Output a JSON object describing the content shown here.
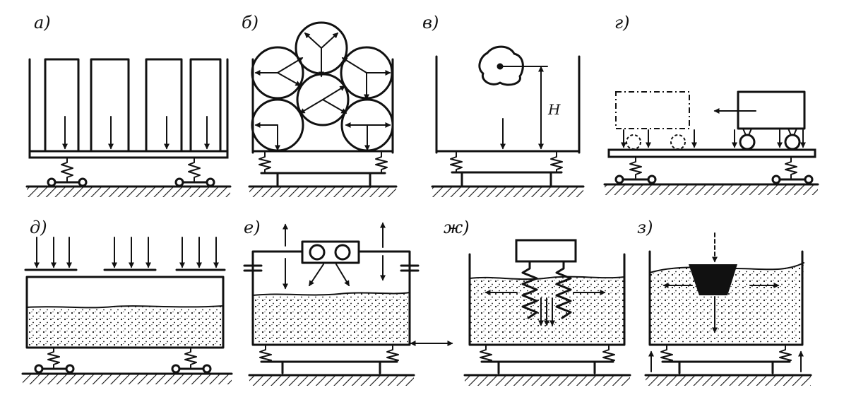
{
  "panels": [
    {
      "label": "а)",
      "name": "panel-a"
    },
    {
      "label": "б)",
      "name": "panel-b"
    },
    {
      "label": "в)",
      "name": "panel-v"
    },
    {
      "label": "г)",
      "name": "panel-g"
    },
    {
      "label": "д)",
      "name": "panel-d"
    },
    {
      "label": "е)",
      "name": "panel-e"
    },
    {
      "label": "ж)",
      "name": "panel-zh"
    },
    {
      "label": "з)",
      "name": "panel-z"
    }
  ],
  "annotations": {
    "height_symbol": "H"
  },
  "colors": {
    "ink": "#111111",
    "paper": "#ffffff"
  }
}
